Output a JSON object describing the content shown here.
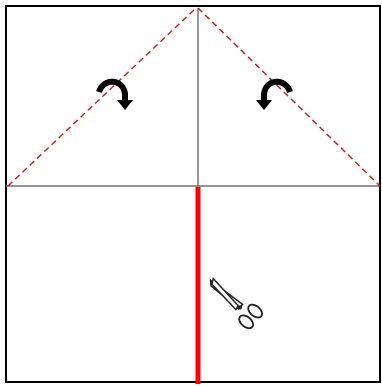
{
  "diagram": {
    "paper_color": "#ffffff",
    "outline_color": "#000000",
    "fold_line_color": "#cc2222",
    "cut_line_color": "#ff0000",
    "icons": {
      "fold_arrow_left": "curved-fold-arrow-clockwise",
      "fold_arrow_right": "curved-fold-arrow-counterclockwise",
      "cutting_tool": "scissors"
    }
  }
}
